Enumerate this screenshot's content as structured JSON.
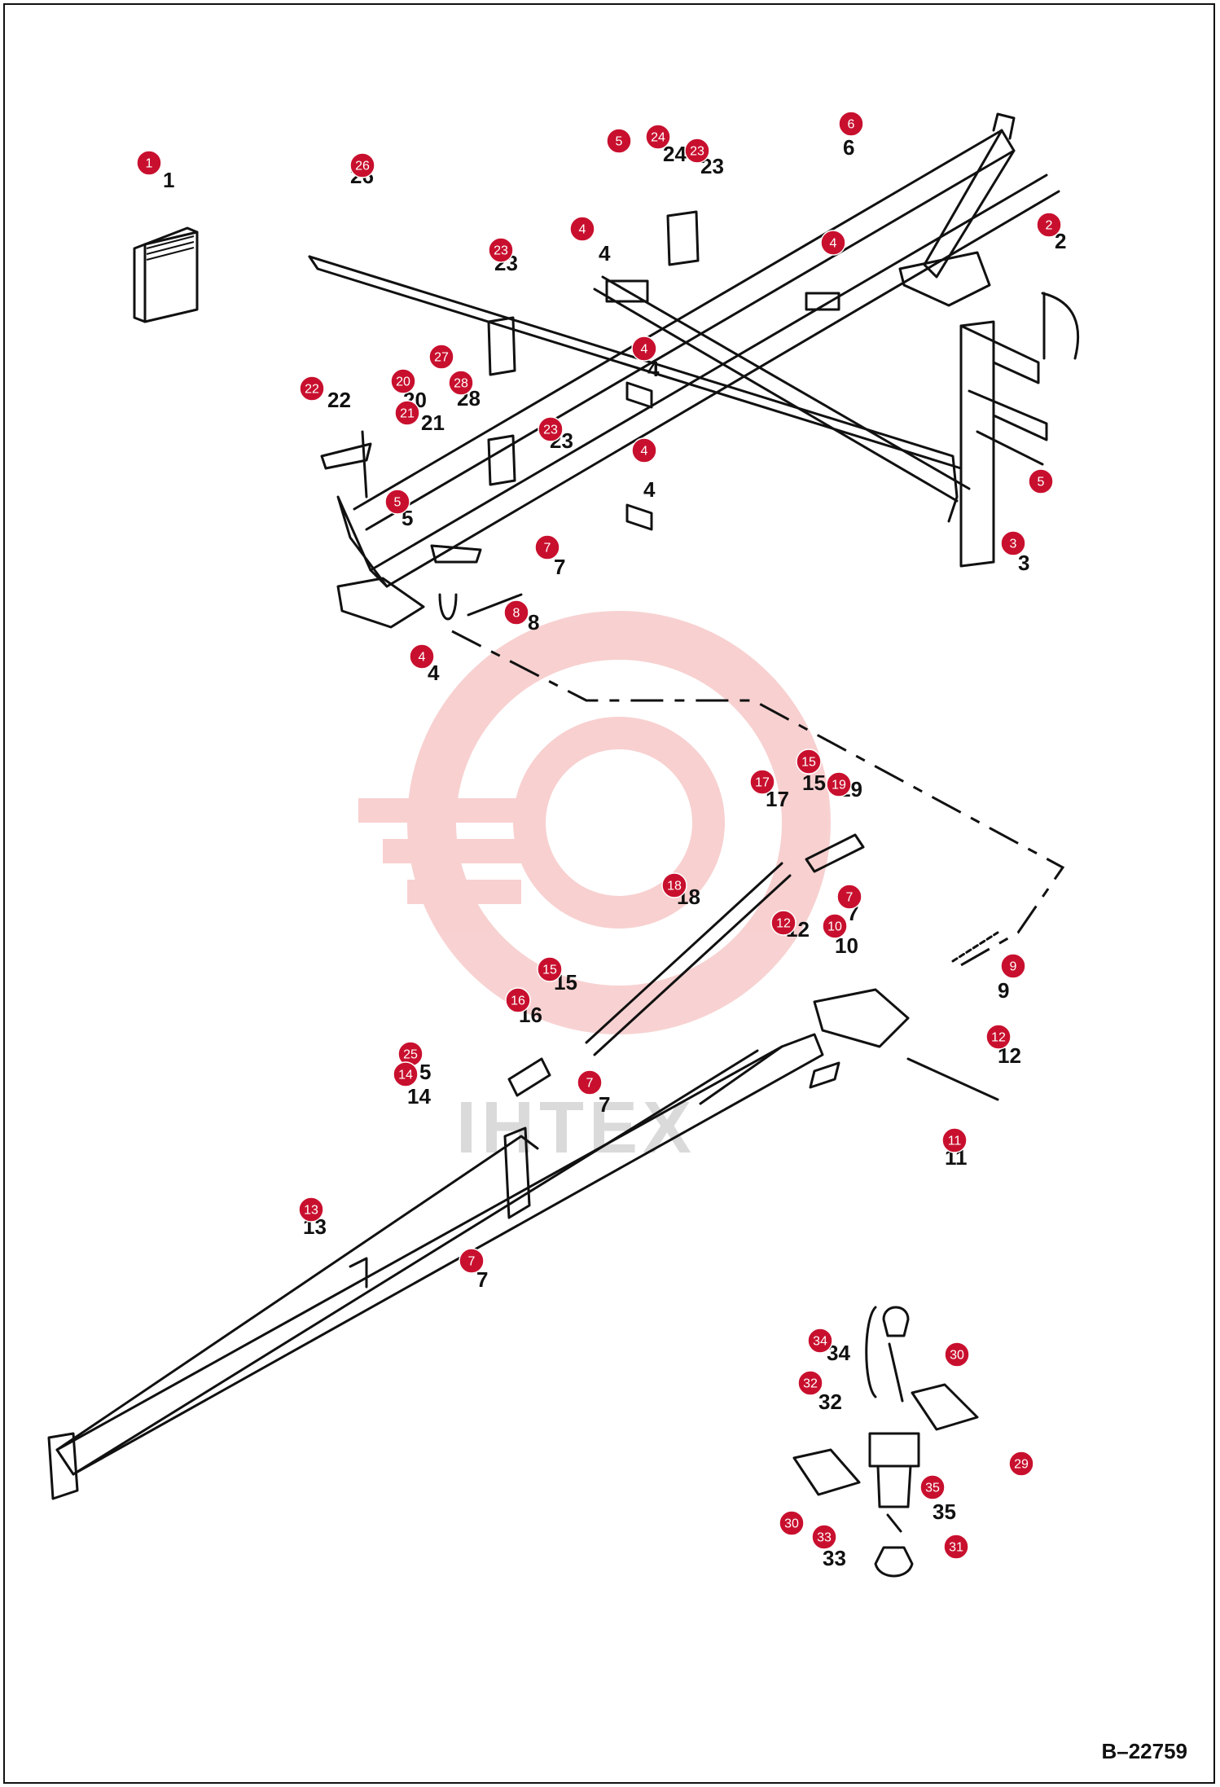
{
  "diagram": {
    "reference_code": "B–22759",
    "watermark_text": "ІНТЕХ",
    "callout_color": "#c8102e",
    "callouts": [
      {
        "n": "1",
        "label": "1"
      },
      {
        "n": "26",
        "label": "26"
      },
      {
        "n": "5",
        "label": "5"
      },
      {
        "n": "24",
        "label": "24"
      },
      {
        "n": "23",
        "label": "23"
      },
      {
        "n": "6",
        "label": "6"
      },
      {
        "n": "4",
        "label": "4"
      },
      {
        "n": "4",
        "label": "4"
      },
      {
        "n": "2",
        "label": "2"
      },
      {
        "n": "23",
        "label": "23"
      },
      {
        "n": "27",
        "label": "27"
      },
      {
        "n": "20",
        "label": "20"
      },
      {
        "n": "28",
        "label": "28"
      },
      {
        "n": "22",
        "label": "22"
      },
      {
        "n": "21",
        "label": "21"
      },
      {
        "n": "4",
        "label": "4"
      },
      {
        "n": "23",
        "label": "23"
      },
      {
        "n": "4",
        "label": "4"
      },
      {
        "n": "5",
        "label": "5"
      },
      {
        "n": "5",
        "label": "5"
      },
      {
        "n": "7",
        "label": "7"
      },
      {
        "n": "3",
        "label": "3"
      },
      {
        "n": "8",
        "label": "8"
      },
      {
        "n": "4",
        "label": "4"
      },
      {
        "n": "15",
        "label": "15"
      },
      {
        "n": "17",
        "label": "17"
      },
      {
        "n": "19",
        "label": "19"
      },
      {
        "n": "18",
        "label": "18"
      },
      {
        "n": "7",
        "label": "7"
      },
      {
        "n": "12",
        "label": "12"
      },
      {
        "n": "10",
        "label": "10"
      },
      {
        "n": "15",
        "label": "15"
      },
      {
        "n": "9",
        "label": "9"
      },
      {
        "n": "16",
        "label": "16"
      },
      {
        "n": "12",
        "label": "12"
      },
      {
        "n": "25",
        "label": "25"
      },
      {
        "n": "14",
        "label": "14"
      },
      {
        "n": "7",
        "label": "7"
      },
      {
        "n": "11",
        "label": "11"
      },
      {
        "n": "13",
        "label": "13"
      },
      {
        "n": "7",
        "label": "7"
      },
      {
        "n": "34",
        "label": "34"
      },
      {
        "n": "30",
        "label": "30"
      },
      {
        "n": "32",
        "label": "32"
      },
      {
        "n": "29",
        "label": "29"
      },
      {
        "n": "35",
        "label": "35"
      },
      {
        "n": "30",
        "label": "30"
      },
      {
        "n": "33",
        "label": "33"
      },
      {
        "n": "31",
        "label": "31"
      }
    ],
    "part_labels": [
      "1",
      "26",
      "24",
      "23",
      "6",
      "2",
      "4",
      "23",
      "4",
      "28",
      "22",
      "20",
      "21",
      "23",
      "4",
      "5",
      "7",
      "3",
      "8",
      "4",
      "17",
      "15",
      "19",
      "18",
      "7",
      "12",
      "10",
      "9",
      "15",
      "16",
      "5",
      "14",
      "7",
      "12",
      "11",
      "13",
      "7",
      "34",
      "32",
      "35",
      "33"
    ]
  }
}
